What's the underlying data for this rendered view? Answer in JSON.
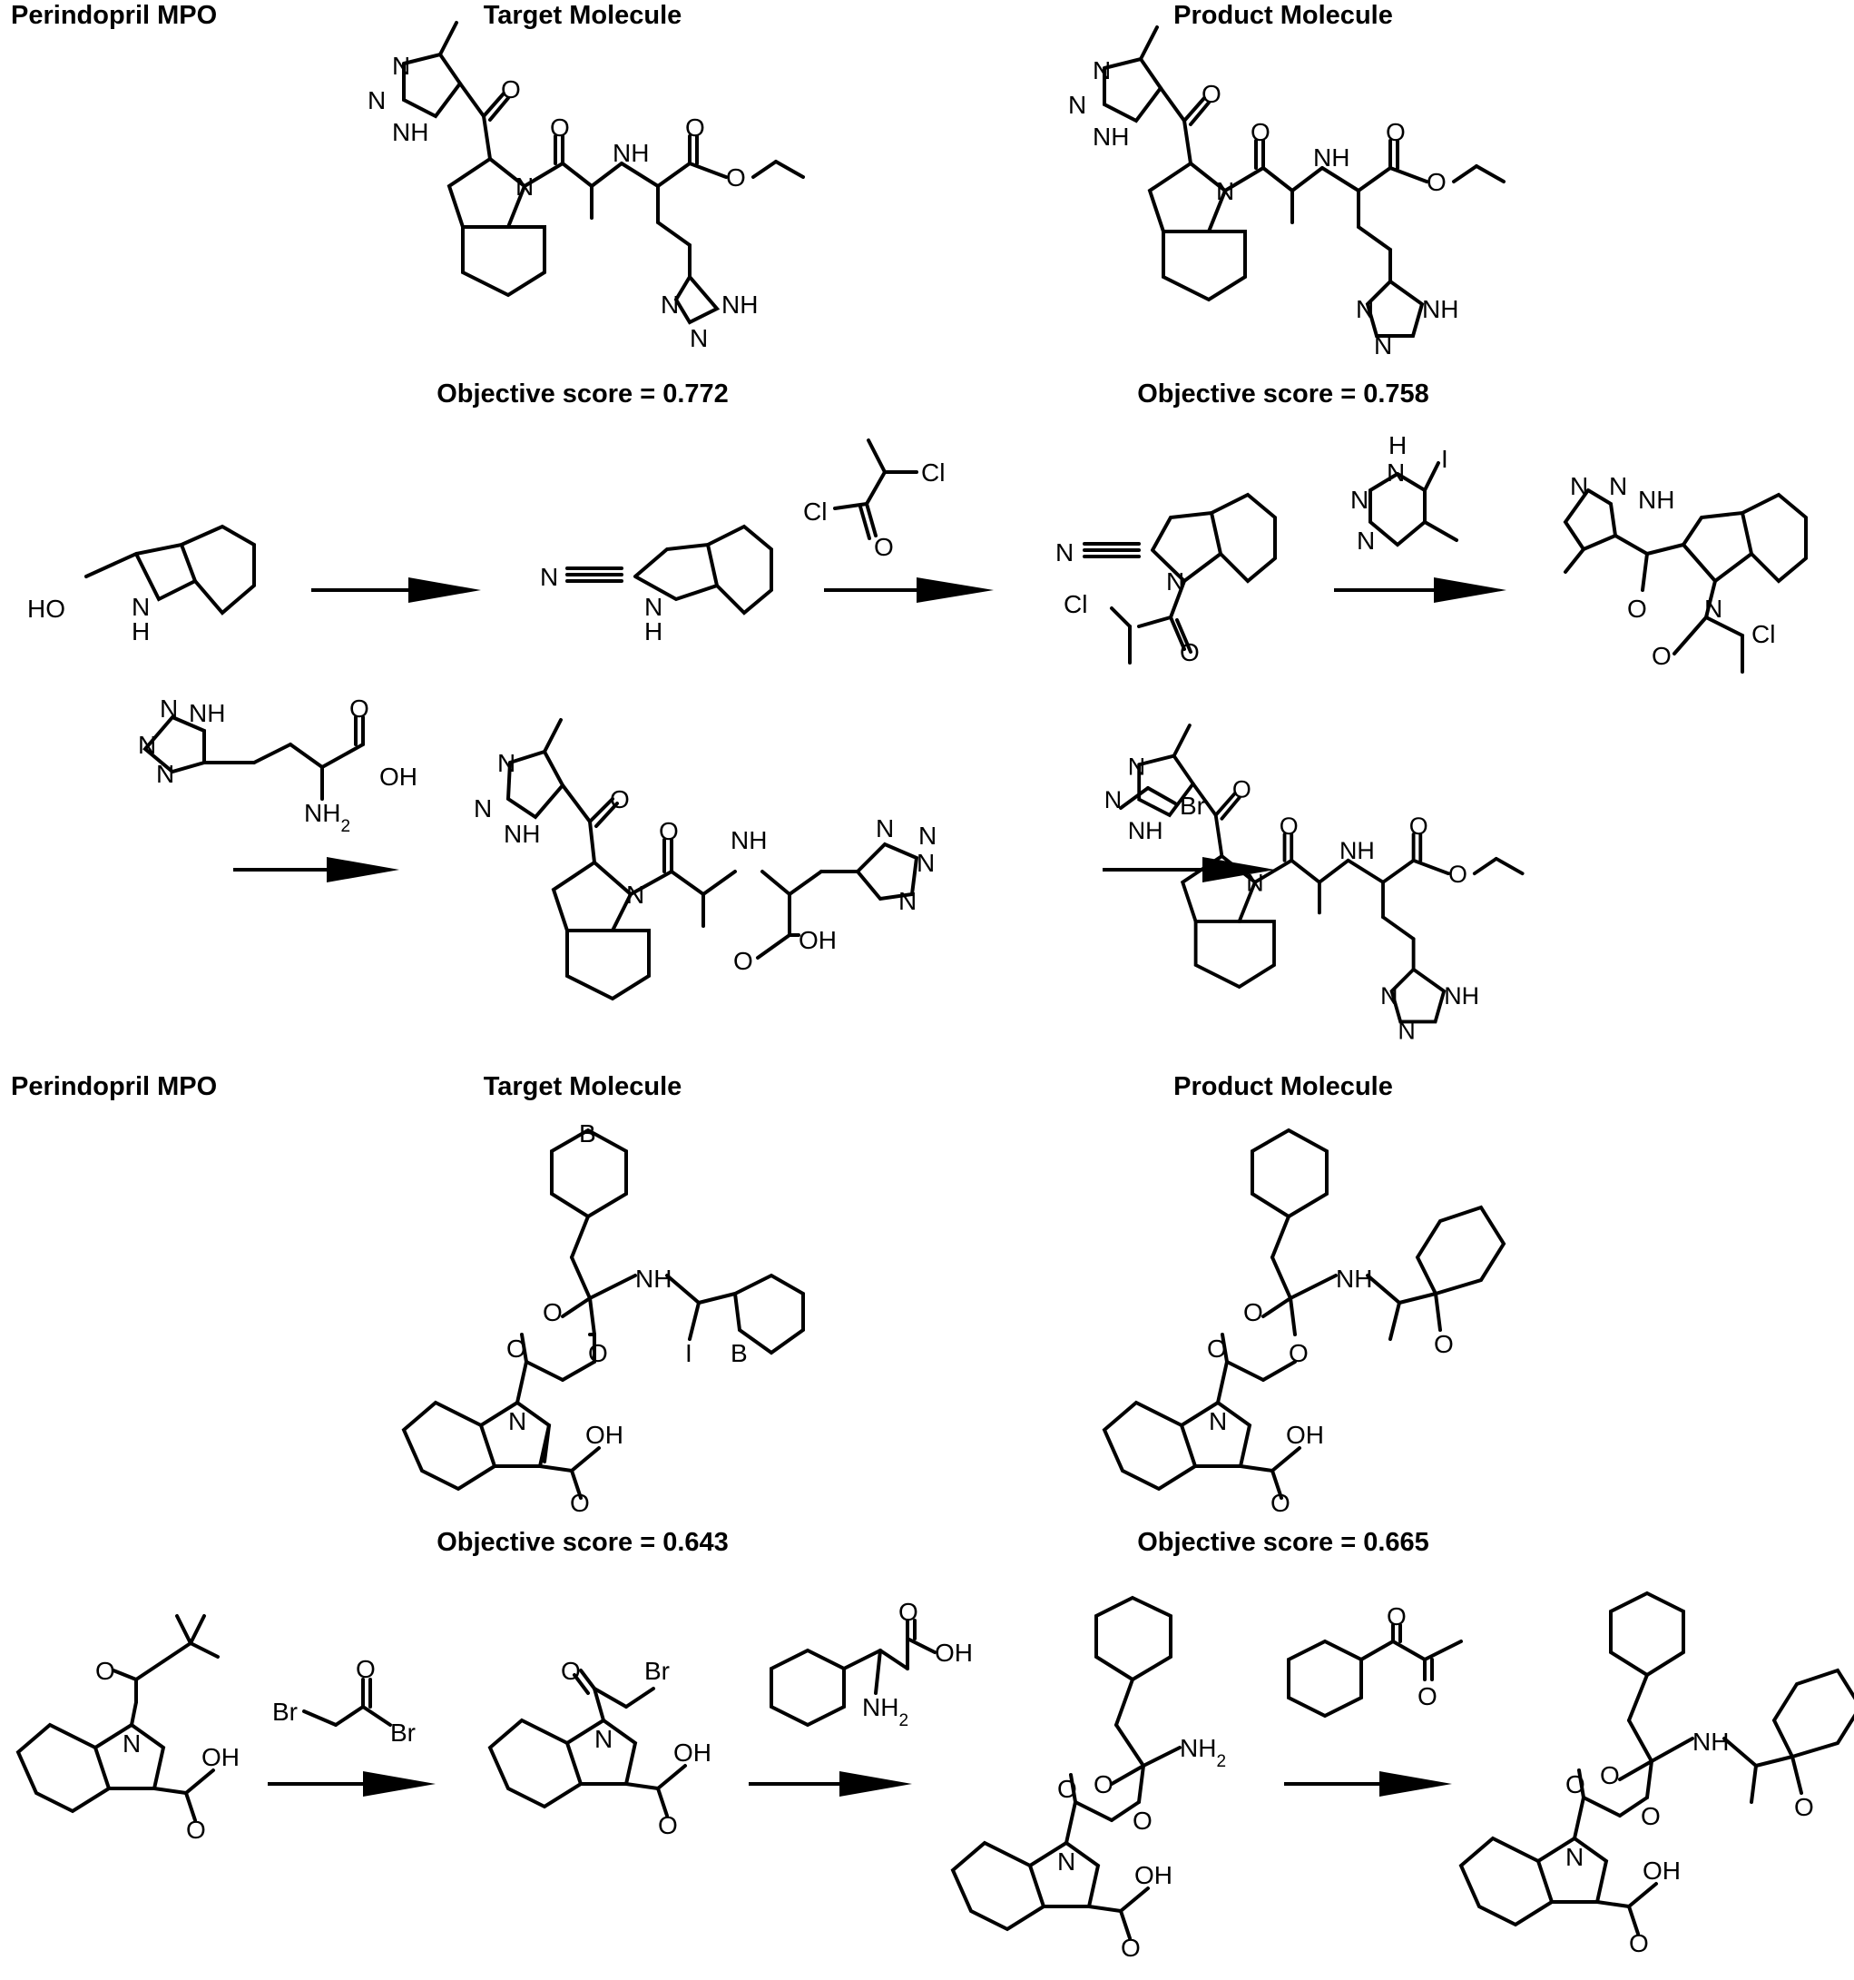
{
  "panels": [
    {
      "property_label": "Perindopril MPO",
      "target_label": "Target Molecule",
      "product_label": "Product Molecule",
      "target_score": "Objective score = 0.772",
      "product_score": "Objective score = 0.758"
    },
    {
      "property_label": "Perindopril MPO",
      "target_label": "Target Molecule",
      "product_label": "Product Molecule",
      "target_score": "Objective score = 0.643",
      "product_score": "Objective score = 0.665"
    }
  ],
  "atom_labels": {
    "N": "N",
    "NH": "NH",
    "H": "H",
    "O": "O",
    "OH": "OH",
    "HO": "HO",
    "Cl": "Cl",
    "Br": "Br",
    "I": "I",
    "B": "B",
    "NH2": "NH",
    "sub2": "2"
  }
}
